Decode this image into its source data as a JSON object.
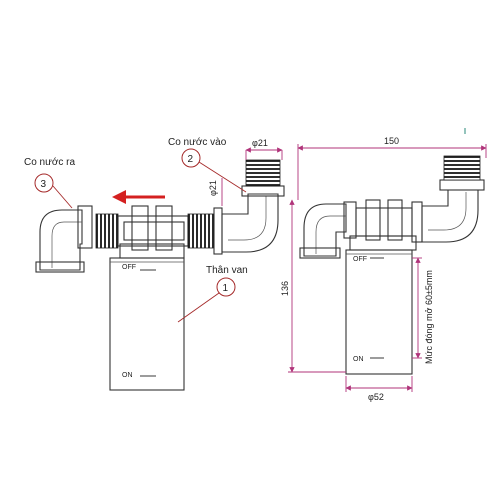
{
  "callouts": [
    {
      "number": "1",
      "label": "Thân van"
    },
    {
      "number": "2",
      "label": "Co nước vào"
    },
    {
      "number": "3",
      "label": "Co nước ra"
    }
  ],
  "switch_labels": {
    "off": "OFF",
    "on": "ON"
  },
  "dimensions": {
    "inlet_diameter": "φ21",
    "side_diameter": "φ21",
    "total_width": "150",
    "height": "136",
    "body_diameter": "φ52",
    "level_note": "Mức đóng mở 60±5mm"
  },
  "colors": {
    "flow_arrow": "#d42020",
    "dimension": "#b0337a",
    "leader": "#a52a2a"
  },
  "flow_arrow_icon": "arrow-left-icon"
}
